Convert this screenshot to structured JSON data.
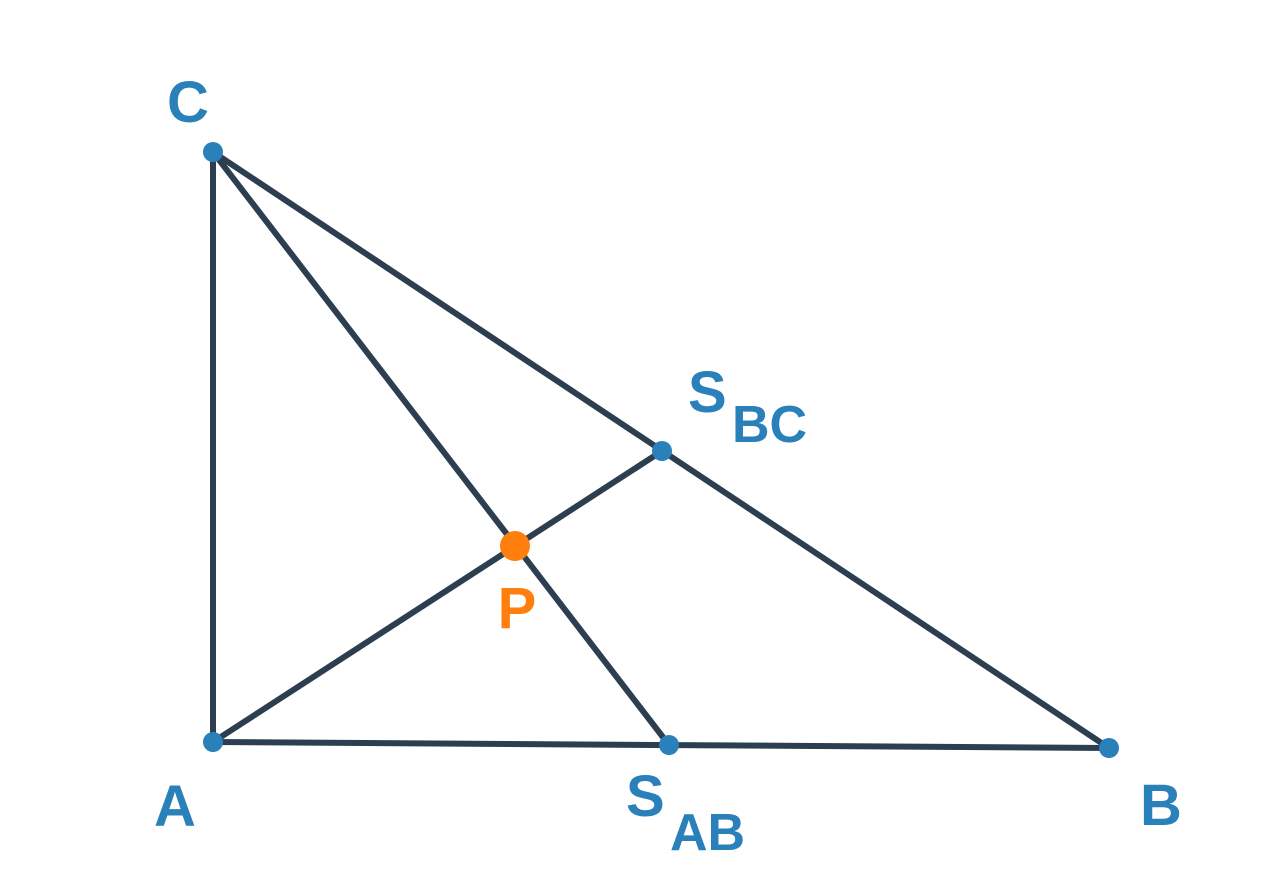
{
  "colors": {
    "line": "#2c3e50",
    "vertex": "#2a80b9",
    "label": "#2a80b9",
    "highlight": "#ff7f0e"
  },
  "points": {
    "A": {
      "label": "A"
    },
    "B": {
      "label": "B"
    },
    "C": {
      "label": "C"
    },
    "S_AB": {
      "label": "S",
      "subscript": "AB"
    },
    "S_BC": {
      "label": "S",
      "subscript": "BC"
    },
    "P": {
      "label": "P"
    }
  },
  "segments": [
    {
      "from": "A",
      "to": "B"
    },
    {
      "from": "B",
      "to": "C"
    },
    {
      "from": "C",
      "to": "A"
    },
    {
      "from": "C",
      "to": "S_AB"
    },
    {
      "from": "A",
      "to": "S_BC"
    }
  ]
}
